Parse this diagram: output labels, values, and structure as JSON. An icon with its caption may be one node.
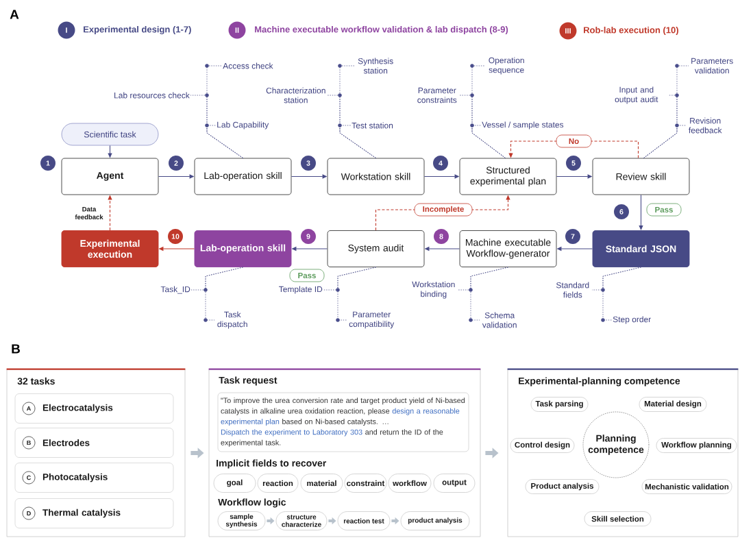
{
  "diagram": {
    "nodes": [
      {
        "text": [
          "Scientific task"
        ]
      },
      {
        "text": [
          "Agent"
        ]
      },
      {
        "text": [
          "Lab-operation skill"
        ]
      },
      {
        "text": [
          "Workstation skill"
        ]
      },
      {
        "text": [
          "Structured experimental plan"
        ]
      },
      {
        "text": [
          "Review skill"
        ]
      },
      {
        "text": [
          "Experimental execution"
        ]
      },
      {
        "text": [
          "Lab-operation skill"
        ]
      },
      {
        "text": [
          "System audit"
        ]
      },
      {
        "text": [
          "Machine executable Workflow-generator"
        ]
      },
      {
        "text": [
          "Standard JSON"
        ]
      },
      {
        "text": [
          "1"
        ]
      },
      {
        "text": [
          "2"
        ]
      },
      {
        "text": [
          "3"
        ]
      },
      {
        "text": [
          "4"
        ]
      },
      {
        "text": [
          "5"
        ]
      },
      {
        "text": [
          "6"
        ]
      },
      {
        "text": [
          "7"
        ]
      },
      {
        "text": [
          "8"
        ]
      },
      {
        "text": [
          "9"
        ]
      },
      {
        "text": [
          "10"
        ]
      },
      {
        "text": [
          "Access check"
        ]
      },
      {
        "text": [
          "Lab resources check"
        ]
      },
      {
        "text": [
          "Lab Capability"
        ]
      },
      {
        "text": [
          "Synthesis station"
        ]
      },
      {
        "text": [
          "Characterization station"
        ]
      },
      {
        "text": [
          "Test station"
        ]
      },
      {
        "text": [
          "Operation sequence"
        ]
      },
      {
        "text": [
          "Parameter constraints"
        ]
      },
      {
        "text": [
          "Vessel / sample states"
        ]
      },
      {
        "text": [
          "Parameters validation"
        ]
      },
      {
        "text": [
          "Input and output audit"
        ]
      },
      {
        "text": [
          "Revision feedback"
        ]
      },
      {
        "text": [
          "Task_ID"
        ]
      },
      {
        "text": [
          "Task dispatch"
        ]
      },
      {
        "text": [
          "Template ID"
        ]
      },
      {
        "text": [
          "Parameter compatibility"
        ]
      },
      {
        "text": [
          "Workstation binding"
        ]
      },
      {
        "text": [
          "Schema validation"
        ]
      },
      {
        "text": [
          "Standard fields"
        ]
      },
      {
        "text": [
          "Step order"
        ]
      },
      {
        "text": [
          "32 tasks"
        ]
      },
      {
        "text": [
          "Electrocatalysis"
        ],
        "in": 41
      },
      {
        "text": [
          "A"
        ],
        "in": 42
      },
      {
        "text": [
          "Electrodes"
        ],
        "in": 41
      },
      {
        "text": [
          "B"
        ],
        "in": 44
      },
      {
        "text": [
          "Photocatalysis"
        ],
        "in": 41
      },
      {
        "text": [
          "C"
        ],
        "in": 46
      },
      {
        "text": [
          "Thermal catalysis"
        ],
        "in": 41
      },
      {
        "text": [
          "D"
        ],
        "in": 48
      },
      {
        "text": [
          "Task request",
          "Implicit fields to recover",
          "Workflow logic"
        ]
      },
      {
        "text": [
          "\"To improve the urea conversion rate and target product yield of Ni-based catalysts in alkaline urea oxidation reaction, please",
          "design a reasonable experimental plan",
          "based on Ni-based catalysts. …",
          "Dispatch the experiment to Laboratory 303",
          "and return the ID of the experimental task."
        ],
        "in": 50
      },
      {
        "text": [
          "goal"
        ],
        "in": 50
      },
      {
        "text": [
          "reaction"
        ],
        "in": 50
      },
      {
        "text": [
          "material"
        ],
        "in": 50
      },
      {
        "text": [
          "constraint"
        ],
        "in": 50
      },
      {
        "text": [
          "workflow"
        ],
        "in": 50
      },
      {
        "text": [
          "output"
        ],
        "in": 50
      },
      {
        "text": [
          "sample synthesis"
        ],
        "in": 50
      },
      {
        "text": [
          "structure characterize"
        ],
        "in": 50
      },
      {
        "text": [
          "reaction test"
        ],
        "in": 50
      },
      {
        "text": [
          "product analysis"
        ],
        "in": 50
      },
      {
        "text": [
          "Experimental-planning competence"
        ]
      },
      {
        "text": [
          "Task parsing"
        ],
        "in": 62
      },
      {
        "text": [
          "Material design"
        ],
        "in": 62
      },
      {
        "text": [
          "Control design"
        ],
        "in": 62
      },
      {
        "text": [
          "Planning competence"
        ],
        "in": 62
      },
      {
        "text": [
          "Workflow planning"
        ],
        "in": 62
      },
      {
        "text": [
          "Product analysis"
        ],
        "in": 62
      },
      {
        "text": [
          "Mechanistic validation"
        ],
        "in": 62
      },
      {
        "text": [
          "Skill selection"
        ],
        "in": 62
      }
    ],
    "edges": [
      {
        "from": 0,
        "to": 1,
        "arrow": "to"
      },
      {
        "from": 1,
        "to": 2,
        "arrow": "to"
      },
      {
        "from": 2,
        "to": 3,
        "arrow": "to"
      },
      {
        "from": 3,
        "to": 4,
        "arrow": "to"
      },
      {
        "from": 4,
        "to": 5,
        "arrow": "to"
      },
      {
        "from": 5,
        "to": 10,
        "arrow": "to",
        "label": "Pass"
      },
      {
        "from": 10,
        "to": 9,
        "arrow": "to"
      },
      {
        "from": 9,
        "to": 8,
        "arrow": "to"
      },
      {
        "from": 8,
        "to": 7,
        "arrow": "to",
        "label": "Pass"
      },
      {
        "from": 7,
        "to": 6,
        "arrow": "to",
        "color": "#c0392b"
      },
      {
        "from": 5,
        "to": 4,
        "arrow": "to",
        "label": "No",
        "style": "dashed",
        "color": "#c0392b"
      },
      {
        "from": 8,
        "to": 4,
        "arrow": "to",
        "label": "Incomplete",
        "style": "dashed",
        "color": "#c0392b"
      },
      {
        "from": 6,
        "to": 1,
        "arrow": "to",
        "label": "Data feedback",
        "style": "dashed",
        "color": "#c0392b"
      },
      {
        "from": 2,
        "to": 21,
        "arrow": "none",
        "style": "dashed"
      },
      {
        "from": 2,
        "to": 22,
        "arrow": "none",
        "style": "dashed"
      },
      {
        "from": 2,
        "to": 23,
        "arrow": "none",
        "style": "dashed"
      },
      {
        "from": 3,
        "to": 24,
        "arrow": "none",
        "style": "dashed"
      },
      {
        "from": 3,
        "to": 25,
        "arrow": "none",
        "style": "dashed"
      },
      {
        "from": 3,
        "to": 26,
        "arrow": "none",
        "style": "dashed"
      },
      {
        "from": 4,
        "to": 27,
        "arrow": "none",
        "style": "dashed"
      },
      {
        "from": 4,
        "to": 28,
        "arrow": "none",
        "style": "dashed"
      },
      {
        "from": 4,
        "to": 29,
        "arrow": "none",
        "style": "dashed"
      },
      {
        "from": 5,
        "to": 30,
        "arrow": "none",
        "style": "dashed"
      },
      {
        "from": 5,
        "to": 31,
        "arrow": "none",
        "style": "dashed"
      },
      {
        "from": 5,
        "to": 32,
        "arrow": "none",
        "style": "dashed"
      },
      {
        "from": 7,
        "to": 33,
        "arrow": "none",
        "style": "dashed"
      },
      {
        "from": 7,
        "to": 34,
        "arrow": "none",
        "style": "dashed"
      },
      {
        "from": 8,
        "to": 35,
        "arrow": "none",
        "style": "dashed"
      },
      {
        "from": 8,
        "to": 36,
        "arrow": "none",
        "style": "dashed"
      },
      {
        "from": 9,
        "to": 37,
        "arrow": "none",
        "style": "dashed"
      },
      {
        "from": 9,
        "to": 38,
        "arrow": "none",
        "style": "dashed"
      },
      {
        "from": 10,
        "to": 39,
        "arrow": "none",
        "style": "dashed"
      },
      {
        "from": 10,
        "to": 40,
        "arrow": "none",
        "style": "dashed"
      },
      {
        "from": 41,
        "to": 50,
        "arrow": "to",
        "style": "thick",
        "color": "#b8c2cc"
      },
      {
        "from": 50,
        "to": 62,
        "arrow": "to",
        "style": "thick",
        "color": "#b8c2cc"
      },
      {
        "from": 58,
        "to": 59,
        "arrow": "to",
        "style": "thick",
        "color": "#b8c2cc"
      },
      {
        "from": 59,
        "to": 60,
        "arrow": "to",
        "style": "thick",
        "color": "#b8c2cc"
      },
      {
        "from": 60,
        "to": 61,
        "arrow": "to",
        "style": "thick",
        "color": "#b8c2cc"
      }
    ],
    "labels": [
      "A",
      "I",
      "II",
      "III",
      "B"
    ],
    "legend": [
      {
        "text": "Experimental design (1-7)",
        "color": "#474a86"
      },
      {
        "text": "Machine executable workflow validation & lab dispatch (8-9)",
        "color": "#8e44a0"
      },
      {
        "text": "Rob-lab execution (10)",
        "color": "#c0392b"
      }
    ]
  }
}
